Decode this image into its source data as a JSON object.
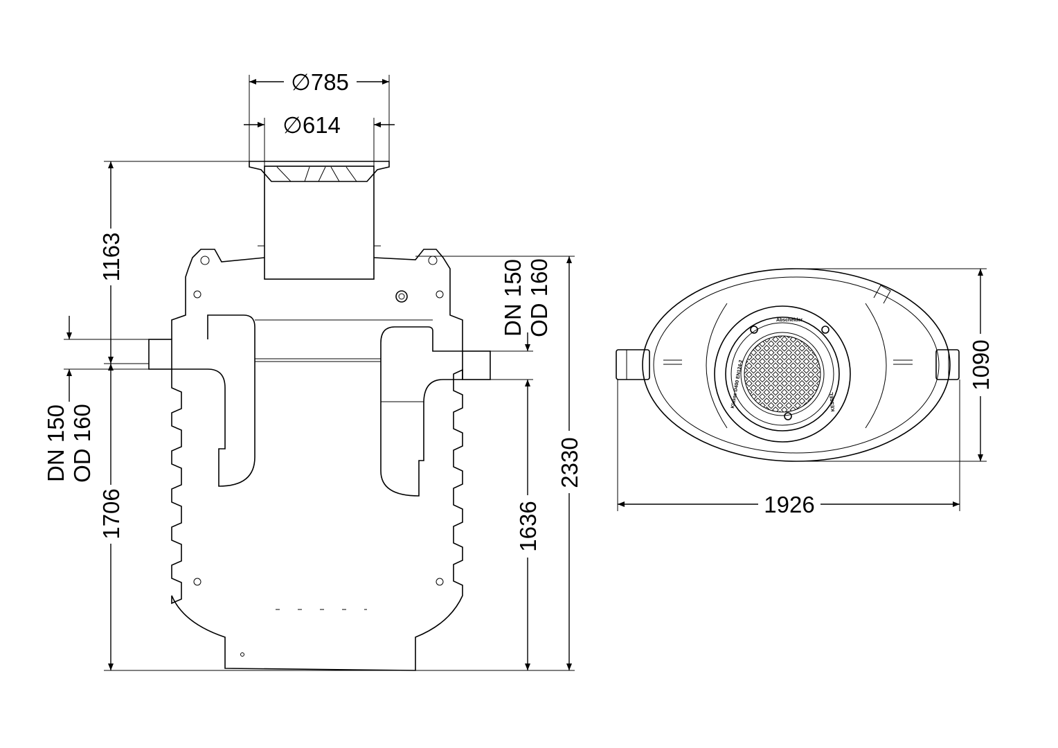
{
  "side_view": {
    "dim_outer_diameter": "∅785",
    "dim_inner_diameter": "∅614",
    "dim_cover_height": "1163",
    "inlet_dn": "DN 150",
    "inlet_od": "OD 160",
    "dim_inlet_height": "1706",
    "outlet_dn": "DN 150",
    "outlet_od": "OD 160",
    "dim_outlet_height": "1636",
    "dim_total_height": "2330"
  },
  "top_view": {
    "dim_width": "1090",
    "dim_length": "1926",
    "cover_text_top": "Abscheider",
    "cover_text_left": "Klasse D400 EN124-2",
    "cover_text_right": "KESSEL"
  }
}
